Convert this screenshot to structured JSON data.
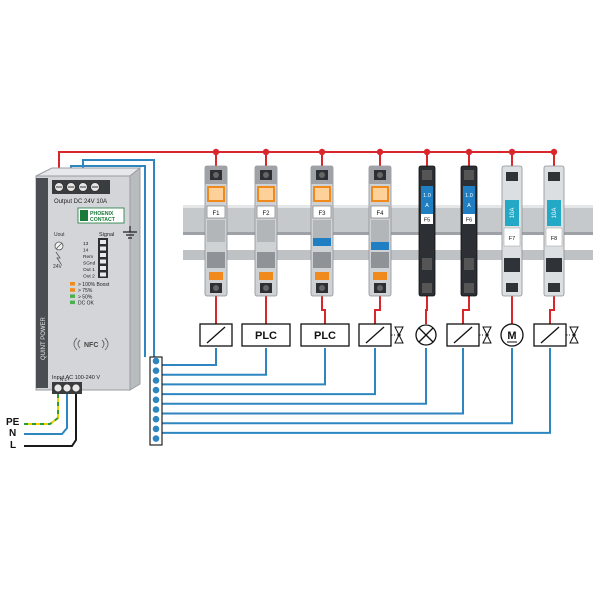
{
  "colors": {
    "wire_red": "#d9262b",
    "wire_blue": "#2e86c1",
    "wire_black": "#1a1a1a",
    "pe_yellow": "#e6d200",
    "pe_green": "#2e9a3a",
    "psu_body": "#d3d5d8",
    "psu_dark": "#3a3d40",
    "brand_green": "#1a7a3a",
    "rail": "#c6c9cc",
    "module_light": "#cfd2d5",
    "module_dark": "#2c2f33",
    "fuse_orange": "#f08a1c",
    "fuse_blue": "#1f7fc2",
    "cyan": "#23a9c6"
  },
  "power_supply": {
    "output_label": "Output DC 24V 10A",
    "brand_line1": "PHOENIX",
    "brand_line2": "CONTACT",
    "signal_heading": "Signal",
    "signal_rows": [
      "13",
      "14",
      "Rem",
      "SGnd",
      "Out 1",
      "Out 2"
    ],
    "adjust_label": "24V",
    "adjust_top": "Uout",
    "led_status": [
      {
        "label": "> 100% Boost",
        "color": "#f08a1c"
      },
      {
        "label": "> 75%",
        "color": "#f08a1c"
      },
      {
        "label": "> 50%",
        "color": "#4caf50"
      },
      {
        "label": "DC OK",
        "color": "#4caf50"
      }
    ],
    "nfc_label": "NFC",
    "side_label": "QUINT POWER",
    "input_label": "Input AC 100-240 V",
    "input_terminals": "N  L+"
  },
  "supply_lines": [
    {
      "label": "PE"
    },
    {
      "label": "N"
    },
    {
      "label": "L"
    }
  ],
  "modules": [
    {
      "id": "F1",
      "type": "breaker",
      "variant": "plain"
    },
    {
      "id": "F2",
      "type": "breaker",
      "variant": "plain"
    },
    {
      "id": "F3",
      "type": "breaker",
      "variant": "blue"
    },
    {
      "id": "F4",
      "type": "breaker",
      "variant": "blue-lower"
    },
    {
      "id": "F5",
      "type": "fuse",
      "rating_top": "1.0",
      "rating_bottom": "A"
    },
    {
      "id": "F6",
      "type": "fuse",
      "rating_top": "1.0",
      "rating_bottom": "A"
    },
    {
      "id": "F7",
      "type": "fuse-holder",
      "rating": "10A"
    },
    {
      "id": "F8",
      "type": "fuse-holder",
      "rating": "10A"
    }
  ],
  "loads": [
    {
      "type": "relay"
    },
    {
      "type": "plc",
      "label": "PLC"
    },
    {
      "type": "plc",
      "label": "PLC"
    },
    {
      "type": "relay-valve"
    },
    {
      "type": "lamp"
    },
    {
      "type": "relay-valve"
    },
    {
      "type": "motor",
      "label": "M"
    },
    {
      "type": "relay-valve"
    }
  ]
}
